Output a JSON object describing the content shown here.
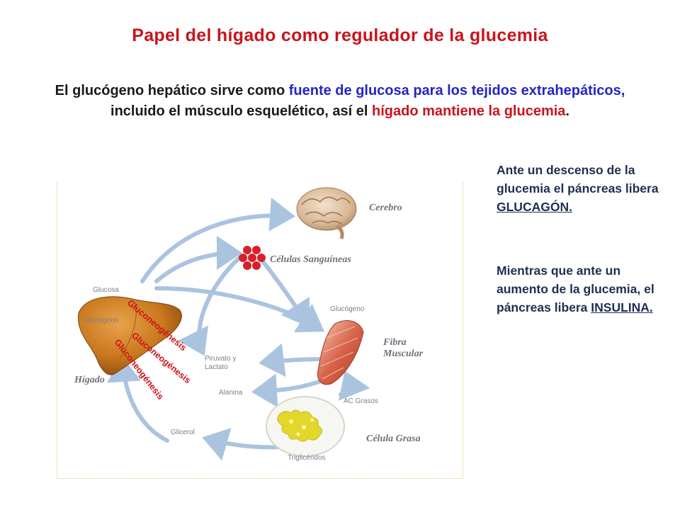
{
  "title": "Papel del hígado como regulador de la glucemia",
  "intro": {
    "part1": "El glucógeno hepático sirve como ",
    "part2_blue": "fuente de glucosa para los tejidos extrahepáticos,",
    "part3": " incluido el músculo esquelético, así el ",
    "part4_red": "hígado mantiene la glucemia",
    "part5": "."
  },
  "side_note_1": {
    "text": "Ante un descenso de la glucemia el páncreas libera ",
    "hormone": "GLUCAGÓN."
  },
  "side_note_2": {
    "text": "Mientras que ante un aumento de la glucemia, el páncreas libera ",
    "hormone": "INSULINA."
  },
  "diagram": {
    "labels": {
      "cerebro": "Cerebro",
      "celulas_sanguineas": "Células Sanguíneas",
      "glucosa": "Glucosa",
      "glucogeno_higado": "Glucógeno",
      "higado": "Hígado",
      "glucogeno_musculo": "Glucógeno",
      "fibra": "Fibra",
      "muscular": "Muscular",
      "piruvato": "Piruvato y",
      "lactato": "Lactato",
      "alanina": "Alanina",
      "ac_grasos": "AC Grasos",
      "glicerol": "Glicerol",
      "celula_grasa": "Célula Grasa",
      "trigliceridos": "Triglicéridos"
    },
    "gluconeogenesis": [
      "Gluconeogénesis",
      "Gluconeogénesis",
      "Gluconeogénesis"
    ],
    "colors": {
      "arrow": "#aac4e0",
      "liver": "#c9781e",
      "red_label": "#d0101a",
      "blood_cells": "#d8202a"
    }
  }
}
